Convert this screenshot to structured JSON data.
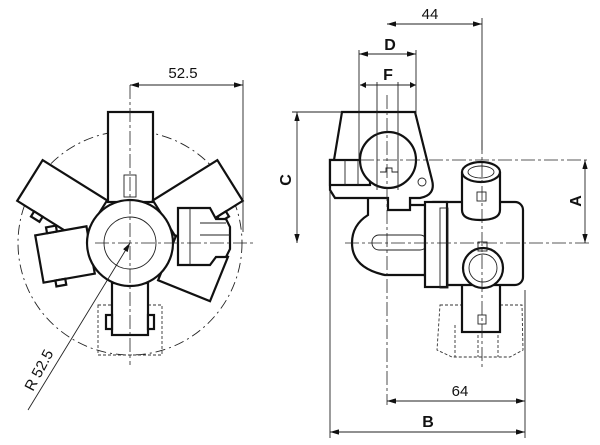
{
  "drawing": {
    "left_view": {
      "width_dimension": "52.5",
      "radius_dimension": "R 52.5"
    },
    "right_view": {
      "top_dimension": "44",
      "label_d": "D",
      "label_f": "F",
      "label_c": "C",
      "label_a": "A",
      "bottom_dimension": "64",
      "label_b": "B"
    }
  }
}
